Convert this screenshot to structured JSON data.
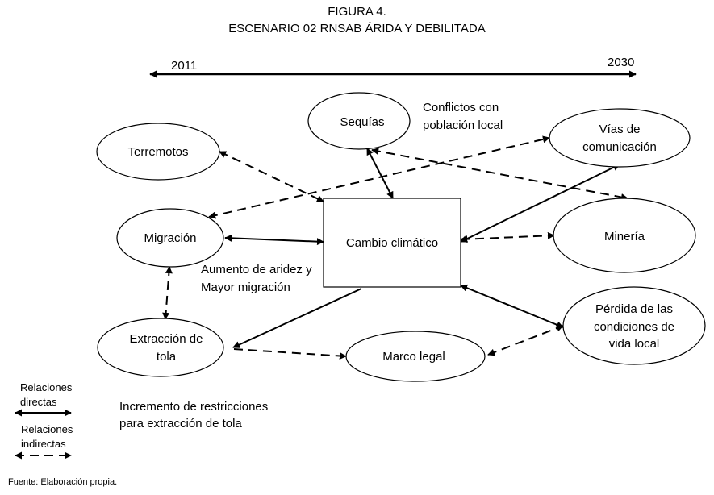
{
  "figure": {
    "label": "FIGURA 4.",
    "title": "ESCENARIO 02 RNSAB ÁRIDA Y DEBILITADA",
    "source": "Fuente: Elaboración propia."
  },
  "timeline": {
    "start": "2011",
    "end": "2030"
  },
  "nodes": {
    "sequias": "Sequías",
    "terremotos": "Terremotos",
    "migracion": "Migración",
    "extraccion": [
      "Extracción de",
      "tola"
    ],
    "marco": "Marco legal",
    "cambio": "Cambio climático",
    "vias": [
      "Vías de",
      "comunicación"
    ],
    "mineria": "Minería",
    "perdida": [
      "Pérdida de las",
      "condiciones de",
      "vida local"
    ]
  },
  "annotations": {
    "conflictos": [
      "Conflictos con",
      "población local"
    ],
    "aridez": [
      "Aumento de aridez y",
      "Mayor migración"
    ],
    "restricciones": [
      "Incremento de restricciones",
      "para extracción de tola"
    ]
  },
  "legend": {
    "direct": [
      "Relaciones",
      "directas"
    ],
    "indirect": [
      "Relaciones",
      "indirectas"
    ]
  }
}
